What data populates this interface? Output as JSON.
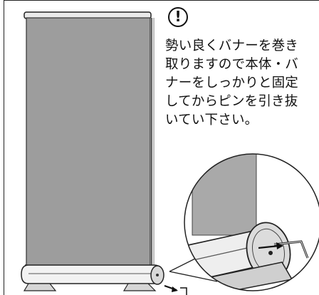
{
  "caution_mark": "!",
  "instruction_lines": [
    "勢い良くバナーを巻き",
    "取りますので本体・バ",
    "ナーをしっかりと固定",
    "してからピンを引き抜",
    "いてい下さい。"
  ]
}
